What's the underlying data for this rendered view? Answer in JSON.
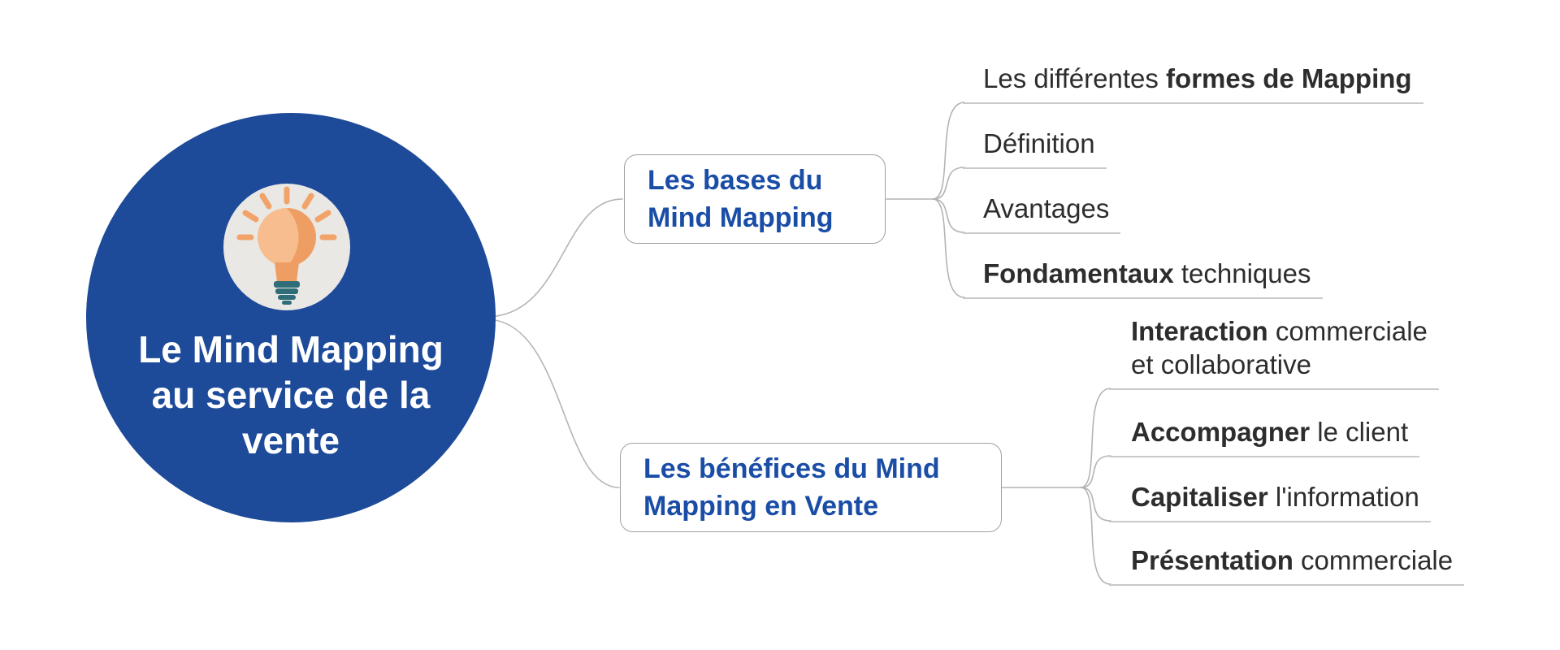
{
  "central": {
    "title_lines": [
      "Le Mind Mapping",
      "au service de la",
      "vente"
    ],
    "icon": "lightbulb-icon"
  },
  "branches": [
    {
      "label": "Les bases du Mind Mapping",
      "children": [
        {
          "segments": [
            {
              "text": "Les différentes ",
              "bold": false
            },
            {
              "text": "formes de Mapping",
              "bold": true
            }
          ]
        },
        {
          "segments": [
            {
              "text": "Définition",
              "bold": false
            }
          ]
        },
        {
          "segments": [
            {
              "text": "Avantages",
              "bold": false
            }
          ]
        },
        {
          "segments": [
            {
              "text": "Fondamentaux",
              "bold": true
            },
            {
              "text": " techniques",
              "bold": false
            }
          ]
        }
      ]
    },
    {
      "label": "Les bénéfices du Mind Mapping en Vente",
      "children": [
        {
          "segments": [
            {
              "text": "Interaction",
              "bold": true
            },
            {
              "text": " commerciale\net collaborative",
              "bold": false
            }
          ]
        },
        {
          "segments": [
            {
              "text": "Accompagner",
              "bold": true
            },
            {
              "text": " le client",
              "bold": false
            }
          ]
        },
        {
          "segments": [
            {
              "text": "Capitaliser",
              "bold": true
            },
            {
              "text": " l'information",
              "bold": false
            }
          ]
        },
        {
          "segments": [
            {
              "text": "Présentation",
              "bold": true
            },
            {
              "text": " commerciale",
              "bold": false
            }
          ]
        }
      ]
    }
  ],
  "colors": {
    "circle_bg": "#1d4a99",
    "central_text": "#ffffff",
    "node_text": "#1a4da6",
    "node_border": "#a0a0a0",
    "leaf_text": "#2d2d2d",
    "line": "#b4b4b4",
    "underline": "#c9c9c9",
    "badge_bg": "#e9e8e4",
    "bulb_glass": "#f8bd8e",
    "bulb_shade": "#ef9e63",
    "bulb_ray": "#f2a369",
    "bulb_base": "#2f6d78"
  }
}
